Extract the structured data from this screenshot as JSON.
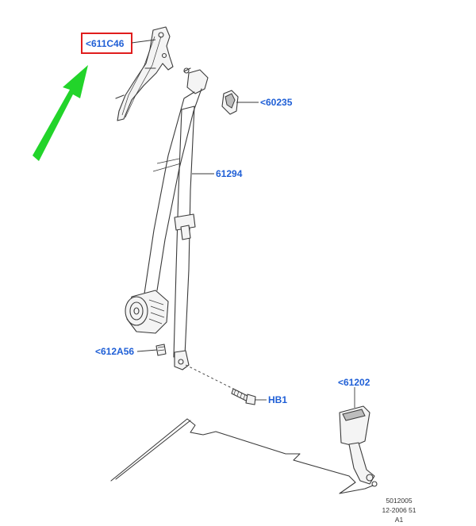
{
  "labels": {
    "height_adjuster": "<611C46",
    "trim_cover": "<60235",
    "belt_assembly": "61294",
    "anchor_bolt_top": "<612A56",
    "bolt": "HB1",
    "buckle": "<61202"
  },
  "reference": {
    "line1": "5012005",
    "line2": "12-2006 51",
    "line3": "A1"
  },
  "colors": {
    "label_text": "#1f5fd6",
    "highlight_box": "#e01d1d",
    "pointer_arrow": "#22d42a",
    "line_art": "#3a3a3a"
  }
}
